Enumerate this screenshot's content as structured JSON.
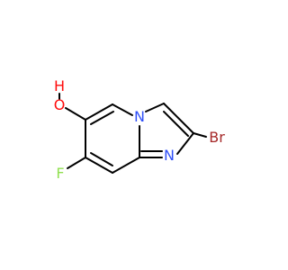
{
  "molecule": {
    "atoms": {
      "oh_h": {
        "label": "H",
        "color": "#ff0d0d"
      },
      "oh_o": {
        "label": "O",
        "color": "#ff0d0d"
      },
      "ring_n": {
        "label": "N",
        "color": "#3050f8"
      },
      "imidazole_n": {
        "label": "N",
        "color": "#3050f8"
      },
      "bromine": {
        "label": "Br",
        "color": "#a62929"
      },
      "fluorine": {
        "label": "F",
        "color": "#90e050"
      }
    },
    "bond_color": "#000000"
  }
}
